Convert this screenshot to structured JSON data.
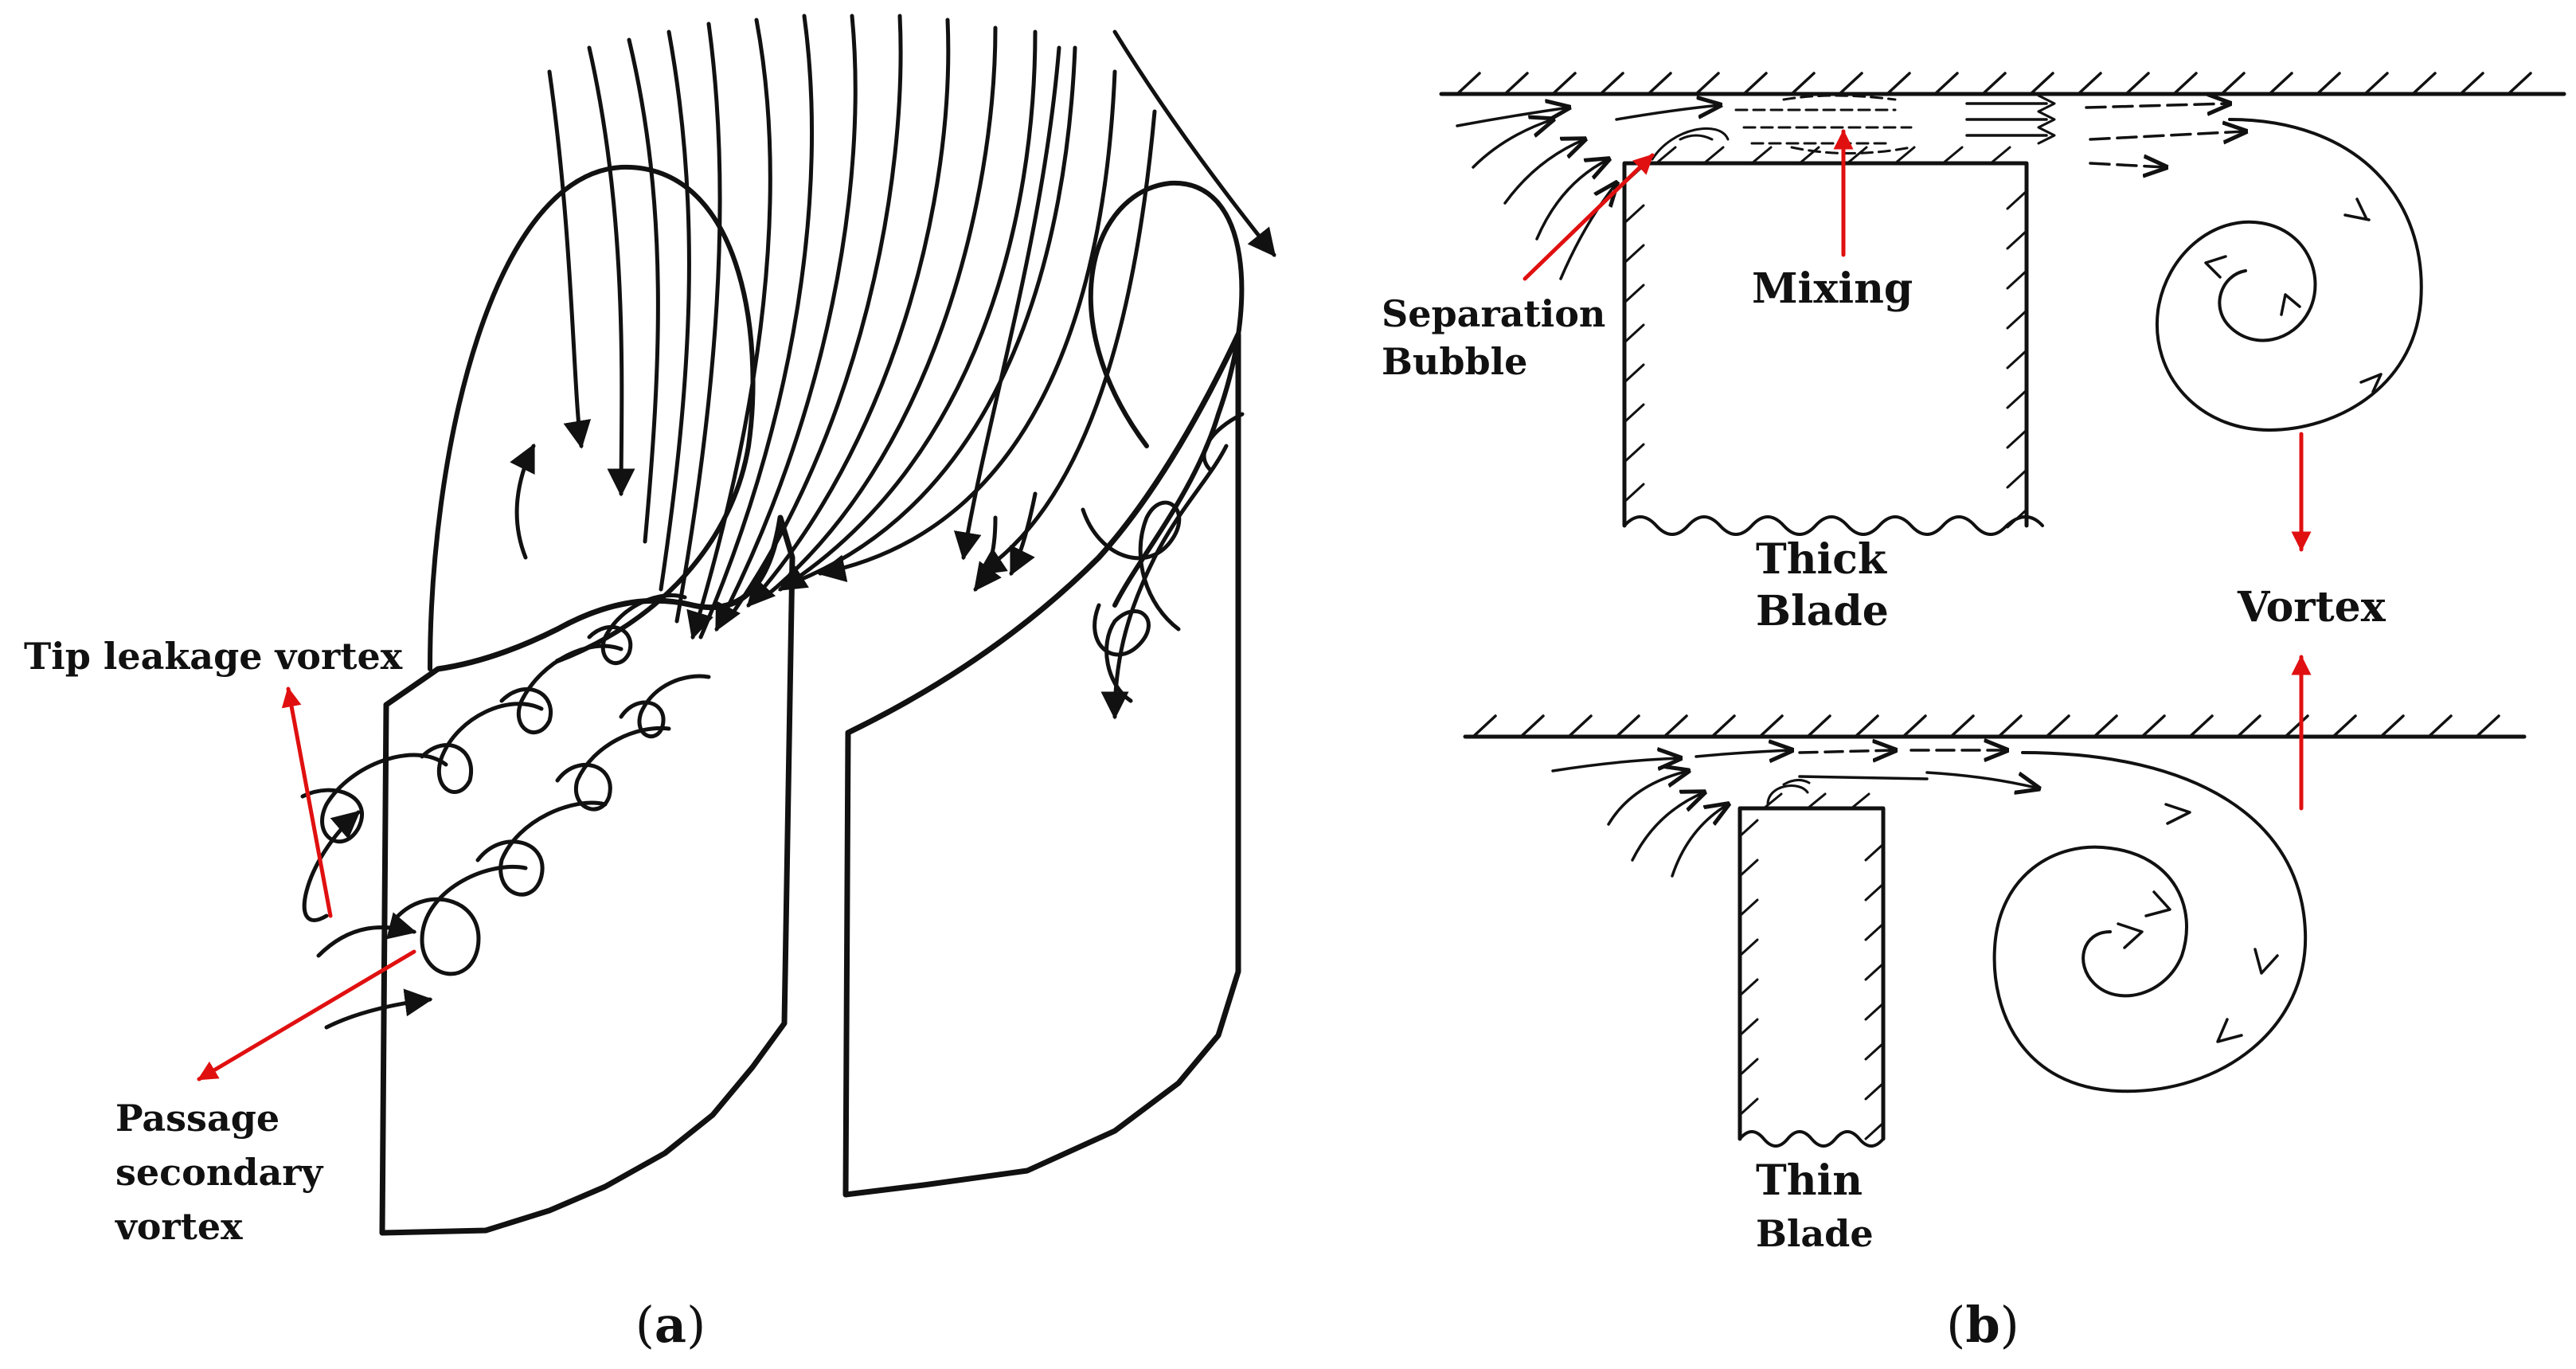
{
  "panel_a": {
    "labels": {
      "tip_leakage_vortex": "Tip leakage vortex",
      "passage_line1": "Passage",
      "passage_line2": "secondary",
      "passage_line3": "vortex"
    },
    "caption": {
      "open": "(",
      "letter": "a",
      "close": ")"
    }
  },
  "panel_b": {
    "labels": {
      "separation_line1": "Separation",
      "separation_line2": "Bubble",
      "mixing": "Mixing",
      "thick_line1": "Thick",
      "thick_line2": "Blade",
      "vortex": "Vortex",
      "thin_line1": "Thin",
      "thin_line2": "Blade"
    },
    "caption": {
      "open": "(",
      "letter": "b",
      "close": ")"
    }
  },
  "colors": {
    "ink": "#111111",
    "annotation_arrow": "#e01010",
    "background": "#ffffff"
  }
}
